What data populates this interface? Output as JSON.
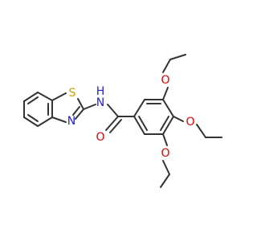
{
  "molecule": {
    "atoms": {
      "s": "S",
      "n_ring": "N",
      "n_amide": "N",
      "h_amide": "H",
      "o_carbonyl": "O",
      "o_top": "O",
      "o_mid": "O",
      "o_bottom": "O"
    },
    "colors": {
      "bond": "#333333",
      "carbon": "#333333",
      "nitrogen": "#1e1ee6",
      "oxygen": "#e60000",
      "sulfur": "#c8a000"
    }
  }
}
